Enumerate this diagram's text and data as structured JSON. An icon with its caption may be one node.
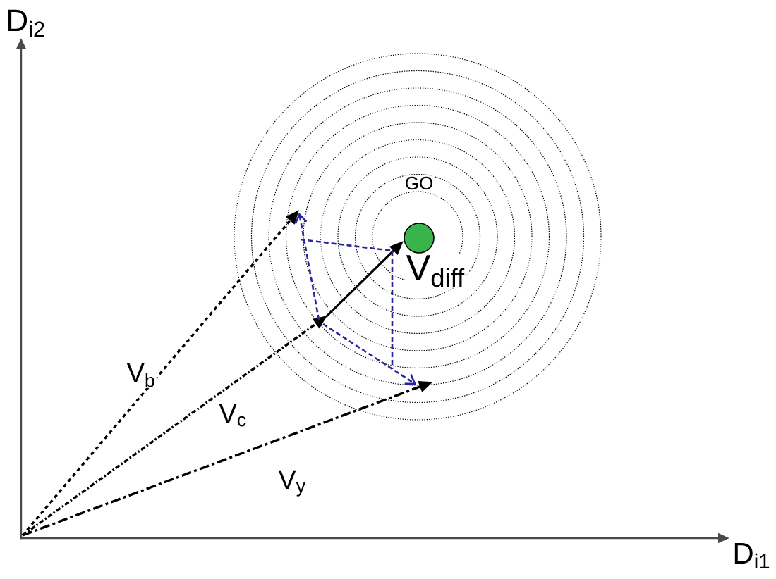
{
  "diagram": {
    "nodes": [
      {
        "text": [
          "GO"
        ]
      }
    ],
    "labels": [
      "D$_{i2}$",
      "V$_{diff}$",
      "V$_{b}$",
      "V$_{c}$",
      "V$_{y}$",
      "D$_{i1}$"
    ]
  }
}
